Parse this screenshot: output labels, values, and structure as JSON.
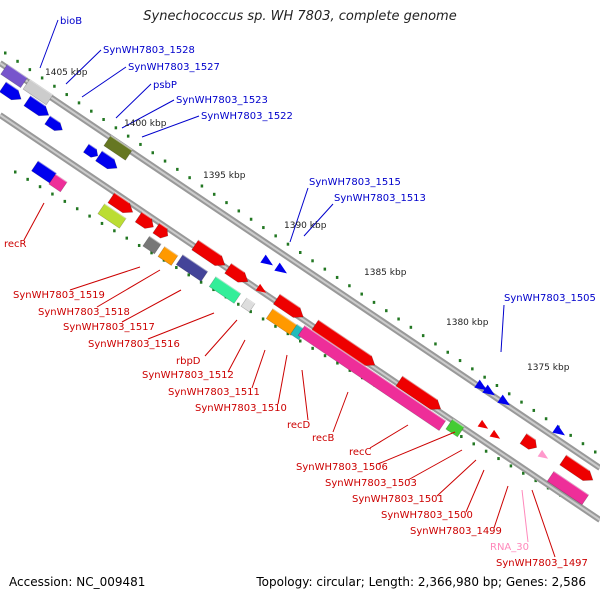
{
  "title": "Synechococcus sp. WH 7803, complete genome",
  "accession": "Accession: NC_009481",
  "topology": "Topology: circular; Length: 2,366,980 bp; Genes: 2,586",
  "colors": {
    "blue": "#0000ee",
    "red": "#ee0000",
    "pink": "#ff66aa",
    "magenta": "#ee2e99",
    "backbone": "#888888",
    "tick": "#227722",
    "blue_label": "#0000cc",
    "red_label": "#cc0000"
  },
  "kbp_markers": [
    "1405 kbp",
    "1400 kbp",
    "1395 kbp",
    "1390 kbp",
    "1385 kbp",
    "1380 kbp",
    "1375 kbp"
  ],
  "blue_labels": [
    "bioB",
    "SynWH7803_1528",
    "SynWH7803_1527",
    "psbP",
    "SynWH7803_1523",
    "SynWH7803_1522",
    "SynWH7803_1515",
    "SynWH7803_1513",
    "SynWH7803_1505"
  ],
  "red_labels": [
    "recR",
    "SynWH7803_1519",
    "SynWH7803_1518",
    "SynWH7803_1517",
    "SynWH7803_1516",
    "rbpD",
    "SynWH7803_1512",
    "SynWH7803_1511",
    "SynWH7803_1510",
    "recD",
    "recB",
    "recC",
    "SynWH7803_1506",
    "SynWH7803_1503",
    "SynWH7803_1501",
    "SynWH7803_1500",
    "SynWH7803_1499",
    "SynWH7803_1497"
  ],
  "pink_labels": [
    "RNA_30"
  ],
  "legend_icons": [
    "gene-arrow-icon"
  ]
}
